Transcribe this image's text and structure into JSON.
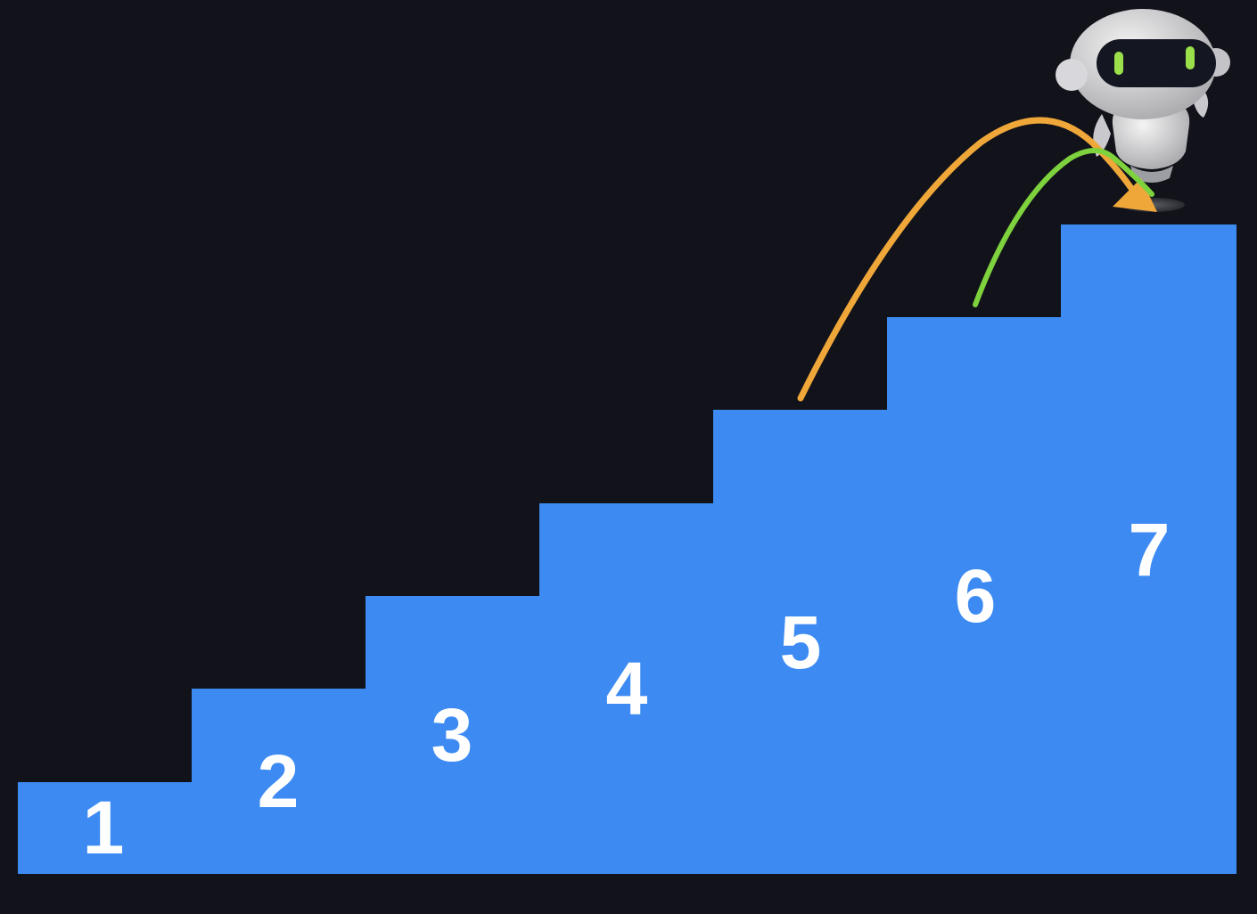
{
  "steps": [
    {
      "label": "1"
    },
    {
      "label": "2"
    },
    {
      "label": "3"
    },
    {
      "label": "4"
    },
    {
      "label": "5"
    },
    {
      "label": "6"
    },
    {
      "label": "7"
    }
  ],
  "jumps": [
    {
      "from_step": "5",
      "to_step": "7",
      "color": "#f0a73a",
      "has_arrowhead": true
    },
    {
      "from_step": "6",
      "to_step": "7",
      "color": "#7ed23d",
      "has_arrowhead": false
    }
  ],
  "robot": {
    "icon": "robot-icon",
    "eye_color": "#9be04a"
  },
  "colors": {
    "background": "#12131a",
    "staircase": "#3d8bf2",
    "step_label": "#ffffff"
  }
}
